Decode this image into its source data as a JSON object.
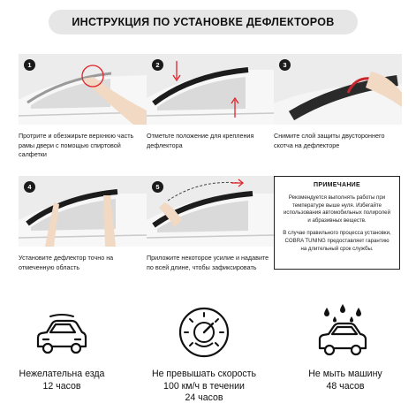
{
  "title": "ИНСТРУКЦИЯ ПО УСТАНОВКЕ ДЕФЛЕКТОРОВ",
  "steps": [
    {
      "num": "1",
      "caption": "Протрите и обезжирьте верхнюю часть рамы двери с помощью спиртовой салфетки"
    },
    {
      "num": "2",
      "caption": "Отметьте положение для крепления дефлектора"
    },
    {
      "num": "3",
      "caption": "Снимите слой защиты двустороннего скотча на дефлекторе"
    },
    {
      "num": "4",
      "caption": "Установите дефлектор точно на отмеченную область"
    },
    {
      "num": "5",
      "caption": "Приложите некоторое усилие и надавите по всей длине, чтобы зафиксировать"
    }
  ],
  "note": {
    "heading": "ПРИМЕЧАНИЕ",
    "p1": "Рекомендуется выполнять работы при температуре выше нуля. Избегайте использования автомобильных полиролей и абразивных веществ.",
    "p2": "В случае правильного процесса установки, COBRA TUNING предоставляет гарантию на длительный срок службы."
  },
  "bottom": [
    {
      "icon": "car-icon",
      "line1": "Нежелательна езда",
      "line2": "12 часов",
      "line3": ""
    },
    {
      "icon": "speedometer-icon",
      "line1": "Не превышать скорость",
      "line2": "100 км/ч в течении",
      "line3": "24 часов"
    },
    {
      "icon": "car-wash-icon",
      "line1": "Не мыть машину",
      "line2": "48 часов",
      "line3": ""
    }
  ],
  "colors": {
    "accent": "#e2232a",
    "text": "#111111",
    "photo_bg": "#ececec"
  }
}
